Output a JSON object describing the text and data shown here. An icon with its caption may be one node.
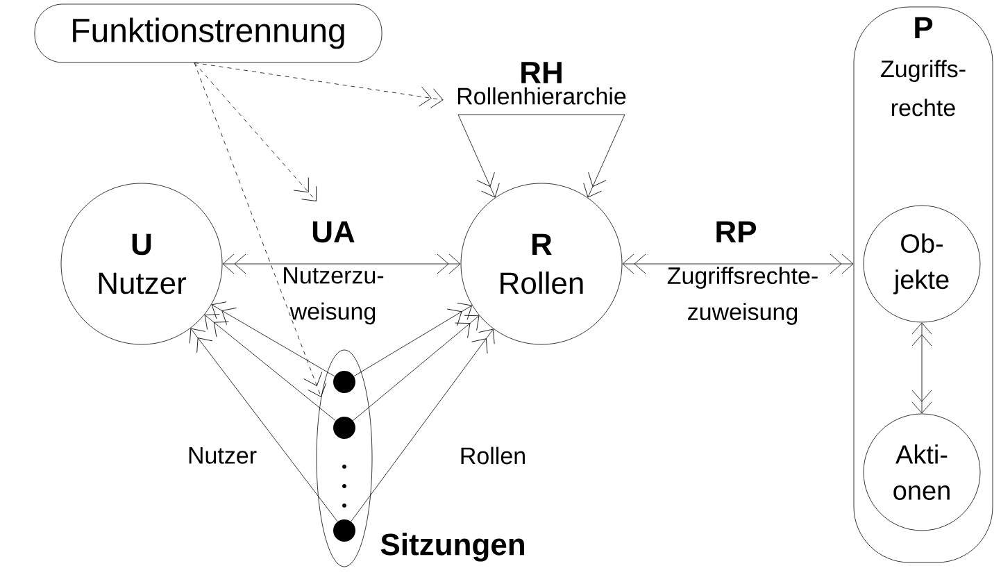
{
  "diagram": {
    "nodes": [
      {
        "text": [
          "Funktionstrennung"
        ]
      },
      {
        "text": [
          "U",
          "Nutzer"
        ]
      },
      {
        "text": [
          "R",
          "Rollen"
        ]
      },
      {
        "text": [
          "P",
          "Zugriffs- rechte"
        ]
      },
      {
        "text": [
          "Ob- jekte"
        ],
        "in": 3
      },
      {
        "text": [
          "Akti- onen"
        ],
        "in": 3
      },
      {
        "text": [
          "Sitzungen"
        ]
      },
      {
        "text": [],
        "shape": "circle",
        "in": 6
      },
      {
        "text": [],
        "shape": "circle",
        "in": 6
      },
      {
        "text": [],
        "shape": "circle",
        "in": 6
      },
      {
        "text": [
          "RH",
          "Rollenhierarchie"
        ]
      }
    ],
    "edges": [
      {
        "from": 1,
        "to": 2,
        "arrow": "both",
        "label": "UA"
      },
      {
        "from": 2,
        "to": 3,
        "arrow": "both",
        "label": "RP"
      },
      {
        "from": 4,
        "to": 5,
        "arrow": "both"
      },
      {
        "from": 10,
        "to": 2,
        "arrow": "to"
      },
      {
        "from": 10,
        "to": 2,
        "arrow": "to"
      },
      {
        "from": 0,
        "to": 10,
        "arrow": "to",
        "style": "dashed"
      },
      {
        "from": 0,
        "to": null,
        "arrow": "to",
        "style": "dashed"
      },
      {
        "from": 0,
        "to": 6,
        "arrow": "to",
        "style": "dashed"
      },
      {
        "from": 7,
        "to": 1,
        "arrow": "to"
      },
      {
        "from": 8,
        "to": 1,
        "arrow": "to"
      },
      {
        "from": 9,
        "to": 1,
        "arrow": "to",
        "label": "Nutzer"
      },
      {
        "from": 7,
        "to": 2,
        "arrow": "to"
      },
      {
        "from": 8,
        "to": 2,
        "arrow": "to"
      },
      {
        "from": 9,
        "to": 2,
        "arrow": "to",
        "label": "Rollen"
      }
    ],
    "labels": [
      "Nutzerzu- weisung",
      "Zugriffsrechte- zuweisung"
    ]
  }
}
